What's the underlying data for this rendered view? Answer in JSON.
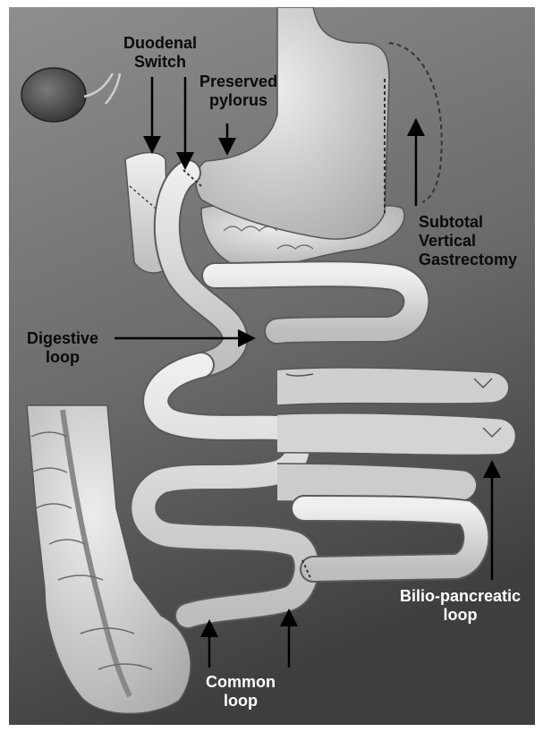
{
  "figure": {
    "colors": {
      "background_top": "#8e8e8e",
      "background_bottom": "#3e3e3e",
      "organ_fill": "#d6d6d6",
      "organ_shadow": "#9a9a9a",
      "organ_outline": "#555555",
      "label_dark": "#0a0a0a",
      "label_light": "#ffffff"
    },
    "labels": {
      "duodenal_switch": [
        "Duodenal",
        "Switch"
      ],
      "preserved_pylorus": [
        "Preserved",
        "pylorus"
      ],
      "subtotal_vertical_gastrectomy": [
        "Subtotal",
        "Vertical",
        "Gastrectomy"
      ],
      "digestive_loop": [
        "Digestive",
        "loop"
      ],
      "bilio_pancreatic_loop": [
        "Bilio-pancreatic",
        "loop"
      ],
      "common_loop": [
        "Common",
        "loop"
      ]
    }
  }
}
